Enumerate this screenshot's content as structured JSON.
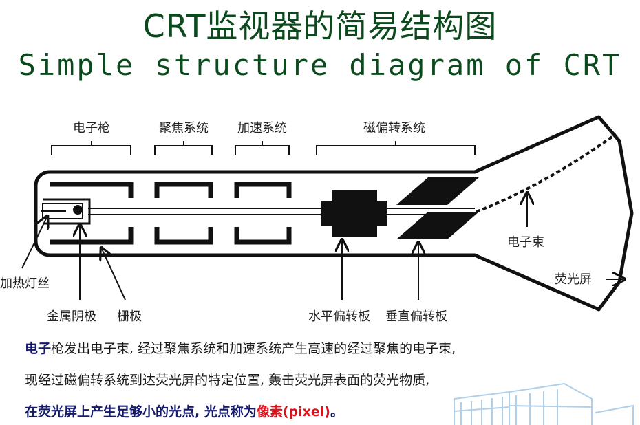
{
  "title_cn": "CRT监视器的简易结构图",
  "title_en": "Simple structure diagram of CRT",
  "labels": {
    "electron_gun": "电子枪",
    "focusing_system": "聚焦系统",
    "acceleration_system": "加速系统",
    "deflection_system": "磁偏转系统",
    "electron_beam": "电子束",
    "phosphor_screen": "荧光屏",
    "heater_filament": "加热灯丝",
    "metal_cathode": "金属阴极",
    "grid": "栅极",
    "horizontal_plate": "水平偏转板",
    "vertical_plate": "垂直偏转板"
  },
  "paragraph": {
    "line1_bold": "电子",
    "line1_rest": "枪发出电子束, 经过聚焦系统和加速系统产生高速的经过聚焦的电子束,",
    "line2": "现经过磁偏转系统到达荧光屏的特定位置, 轰击荧光屏表面的荧光物质,",
    "line3_a": "在荧光屏上产生足够小的光点, 光点称为",
    "line3_red": "像素(pixel)",
    "line3_b": "。"
  },
  "colors": {
    "title": "#0b4a1c",
    "emphasis_blue": "#141a6e",
    "pixel_red": "#e0101a"
  }
}
